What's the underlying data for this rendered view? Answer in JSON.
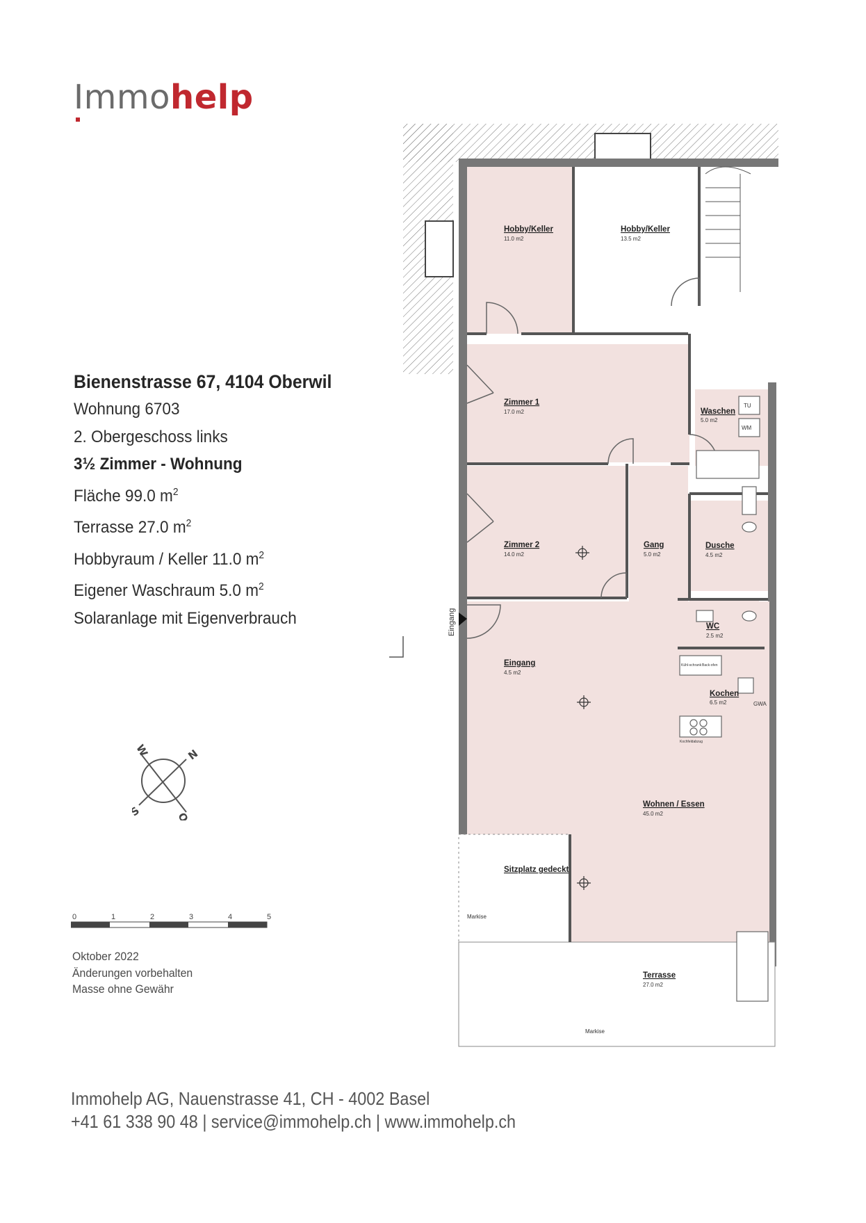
{
  "logo": {
    "part1": "mmo",
    "part2": "help",
    "initial": "I"
  },
  "property": {
    "address": "Bienenstrasse 67, 4104 Oberwil",
    "apartment": "Wohnung 6703",
    "floor": "2. Obergeschoss links",
    "rooms": "3½ Zimmer - Wohnung",
    "area_label": "Fläche 99.0 m",
    "terrace_label": "Terrasse 27.0 m",
    "hobby_label": "Hobbyraum / Keller 11.0 m",
    "laundry_label": "Eigener Waschraum 5.0 m",
    "solar": "Solaranlage mit Eigenverbrauch",
    "sup": "2"
  },
  "compass": {
    "w": "W",
    "n": "N",
    "s": "S",
    "o": "O"
  },
  "scale": {
    "ticks": [
      "0",
      "1",
      "2",
      "3",
      "4",
      "5"
    ]
  },
  "notes": {
    "date": "Oktober 2022",
    "changes": "Änderungen vorbehalten",
    "disclaimer": "Masse ohne Gewähr"
  },
  "footer": {
    "line1": "Immohelp AG,  Nauenstrasse 41, CH - 4002 Basel",
    "line2": "+41 61 338 90 48 | service@immohelp.ch | www.immohelp.ch"
  },
  "plan": {
    "rooms": [
      {
        "name": "Hobby/Keller",
        "area": "11.0 m2"
      },
      {
        "name": "Hobby/Keller",
        "area": "13.5 m2"
      },
      {
        "name": "Zimmer 1",
        "area": "17.0 m2"
      },
      {
        "name": "Waschen",
        "area": "5.0 m2"
      },
      {
        "name": "Zimmer 2",
        "area": "14.0 m2"
      },
      {
        "name": "Gang",
        "area": "5.0 m2"
      },
      {
        "name": "Dusche",
        "area": "4.5 m2"
      },
      {
        "name": "WC",
        "area": "2.5 m2"
      },
      {
        "name": "Eingang",
        "area": "4.5 m2"
      },
      {
        "name": "Kochen",
        "area": "6.5 m2"
      },
      {
        "name": "Wohnen / Essen",
        "area": "45.0 m2"
      },
      {
        "name": "Sitzplatz gedeckt",
        "area": ""
      },
      {
        "name": "Terrasse",
        "area": "27.0 m2"
      }
    ],
    "labels": {
      "entrance": "Eingang",
      "tu": "TU",
      "wm": "WM",
      "gwa": "GWA",
      "awning1": "Markise",
      "awning2": "Markise",
      "fridge": "Kühl-schrank",
      "oven": "Back-ofen",
      "hob": "Kochfeldabzug"
    }
  }
}
